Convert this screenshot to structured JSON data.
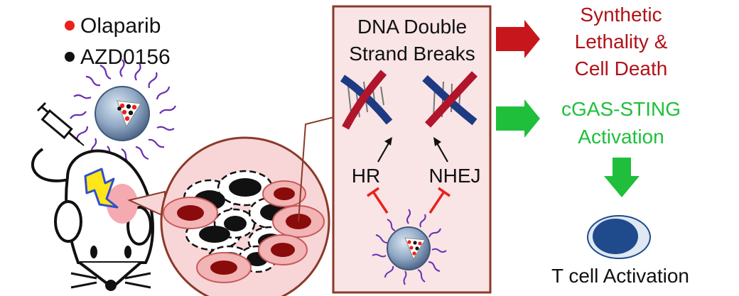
{
  "legend": {
    "items": [
      {
        "label": "Olaparib",
        "color": "#e8211d"
      },
      {
        "label": "AZD0156",
        "color": "#111111"
      }
    ]
  },
  "panel": {
    "title_line1": "DNA Double",
    "title_line2": "Strand Breaks",
    "repair_left": "HR",
    "repair_right": "NHEJ"
  },
  "outcomes": {
    "lethality": [
      "Synthetic",
      "Lethality &",
      "Cell Death"
    ],
    "sting": [
      "cGAS-STING",
      "Activation"
    ],
    "tcell": "T cell Activation"
  },
  "colors": {
    "red_text": "#b01218",
    "green_text": "#1fbf3b",
    "red_arrow": "#c8161d",
    "green_arrow": "#1fbf3b",
    "panel_fill": "#f9e4e6",
    "panel_border": "#8b3a2a",
    "tumor_fill": "#f8d6d8",
    "cell_fill": "#f2b4b4",
    "nucleus": "#8a0b0b",
    "dna_red": "#b0152b",
    "dna_blue": "#1d3a82",
    "purple": "#6a2fb0",
    "tcell_outer": "#dfe8f3",
    "tcell_inner": "#1f4b8c",
    "bolt_yellow": "#ffe619",
    "bolt_blue": "#2f4fd0"
  }
}
